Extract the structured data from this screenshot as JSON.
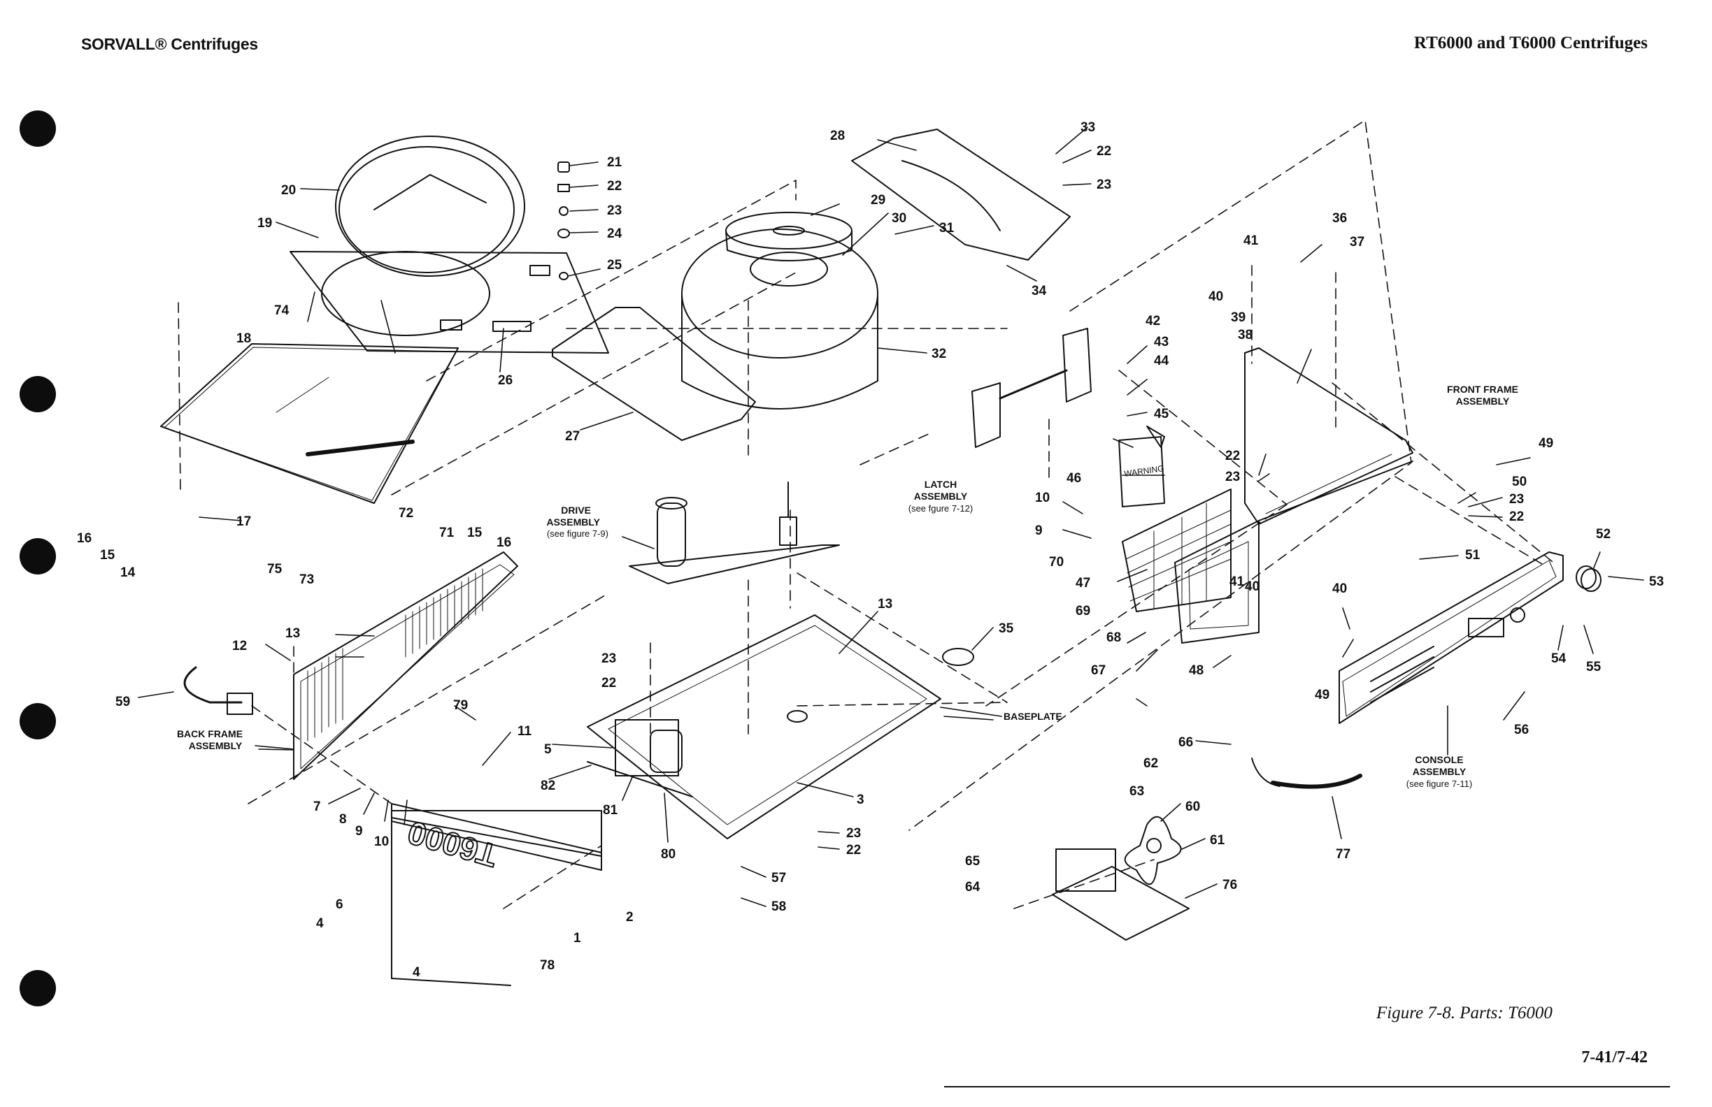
{
  "header": {
    "left": "SORVALL® Centrifuges",
    "right": "RT6000 and T6000 Centrifuges"
  },
  "figure": {
    "caption": "Figure 7-8.  Parts: T6000",
    "page_number": "7-41/7-42"
  },
  "colors": {
    "ink": "#111111",
    "paper": "#ffffff",
    "binder_hole": "#0d0d0d"
  },
  "assemblies": {
    "drive": [
      "DRIVE",
      "ASSEMBLY",
      "(see figure 7-9)"
    ],
    "latch": [
      "LATCH",
      "ASSEMBLY",
      "(see fgure 7-12)"
    ],
    "front_frame": [
      "FRONT FRAME",
      "ASSEMBLY"
    ],
    "back_frame": [
      "BACK FRAME",
      "ASSEMBLY"
    ],
    "console": [
      "CONSOLE",
      "ASSEMBLY",
      "(see figure 7-11)"
    ],
    "baseplate": "BASEPLATE"
  },
  "panel_text": {
    "t6000_mark": "T6000",
    "warning": "WARNING"
  },
  "callouts": {
    "c1": "1",
    "c2": "2",
    "c3": "3",
    "c4a": "4",
    "c4b": "4",
    "c5": "5",
    "c6": "6",
    "c7": "7",
    "c8": "8",
    "c9a": "9",
    "c9b": "9",
    "c10a": "10",
    "c10b": "10",
    "c11": "11",
    "c12": "12",
    "c13a": "13",
    "c13b": "13",
    "c14": "14",
    "c15a": "15",
    "c15b": "15",
    "c16a": "16",
    "c16b": "16",
    "c17": "17",
    "c18": "18",
    "c19": "19",
    "c20": "20",
    "c21": "21",
    "c22a": "22",
    "c22b": "22",
    "c22c": "22",
    "c22d": "22",
    "c22e": "22",
    "c22f": "22",
    "c23a": "23",
    "c23b": "23",
    "c23c": "23",
    "c23d": "23",
    "c23e": "23",
    "c23f": "23",
    "c24": "24",
    "c25": "25",
    "c26": "26",
    "c27": "27",
    "c28": "28",
    "c29": "29",
    "c30": "30",
    "c31": "31",
    "c32": "32",
    "c33": "33",
    "c34": "34",
    "c35": "35",
    "c36": "36",
    "c37": "37",
    "c38": "38",
    "c39": "39",
    "c40a": "40",
    "c40b": "40",
    "c40c": "40",
    "c41a": "41",
    "c41b": "41",
    "c42": "42",
    "c43": "43",
    "c44": "44",
    "c45": "45",
    "c46": "46",
    "c47": "47",
    "c48": "48",
    "c49a": "49",
    "c49b": "49",
    "c50": "50",
    "c51": "51",
    "c52": "52",
    "c53": "53",
    "c54": "54",
    "c55": "55",
    "c56": "56",
    "c57": "57",
    "c58": "58",
    "c59": "59",
    "c60": "60",
    "c61": "61",
    "c62": "62",
    "c63": "63",
    "c64": "64",
    "c65": "65",
    "c66": "66",
    "c67": "67",
    "c68": "68",
    "c69": "69",
    "c70": "70",
    "c71": "71",
    "c72": "72",
    "c73": "73",
    "c74": "74",
    "c75": "75",
    "c76": "76",
    "c77": "77",
    "c78": "78",
    "c79": "79",
    "c80": "80",
    "c81": "81",
    "c82": "82"
  }
}
